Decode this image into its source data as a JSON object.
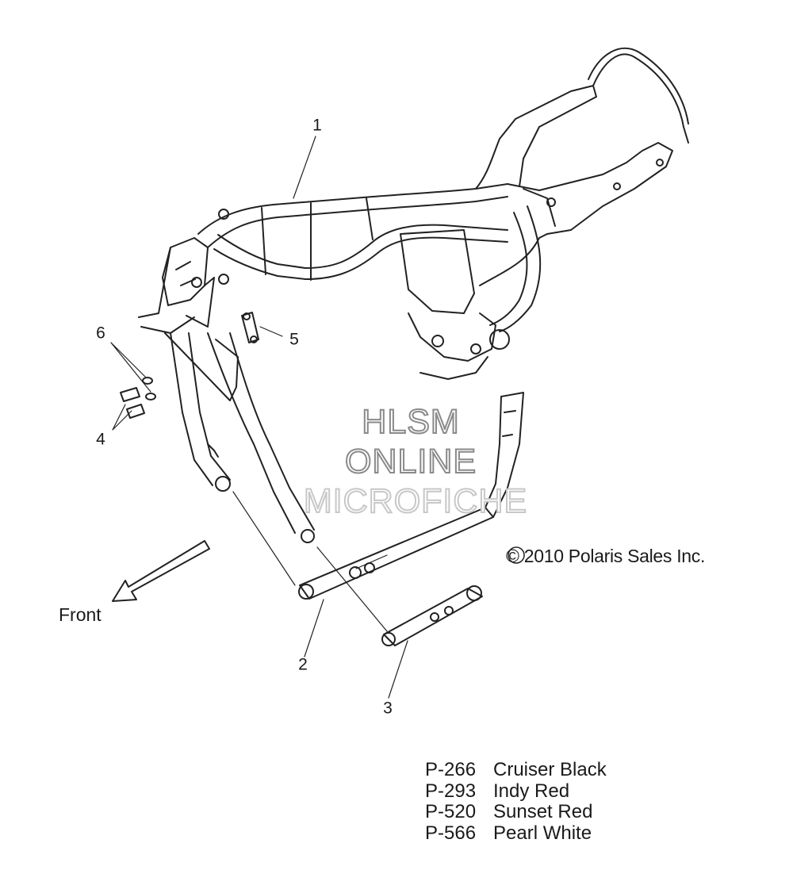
{
  "callouts": {
    "c1": "1",
    "c2": "2",
    "c3": "3",
    "c4": "4",
    "c5": "5",
    "c6": "6"
  },
  "front_label": "Front",
  "copyright": "© 2010 Polaris Sales Inc.",
  "watermark": {
    "line1": "HLSM",
    "line2": "ONLINE",
    "line3": "MICROFICHE"
  },
  "paint_codes": [
    {
      "code": "P-266",
      "name": "Cruiser Black"
    },
    {
      "code": "P-293",
      "name": "Indy Red"
    },
    {
      "code": "P-520",
      "name": "Sunset Red"
    },
    {
      "code": "P-566",
      "name": "Pearl White"
    }
  ]
}
